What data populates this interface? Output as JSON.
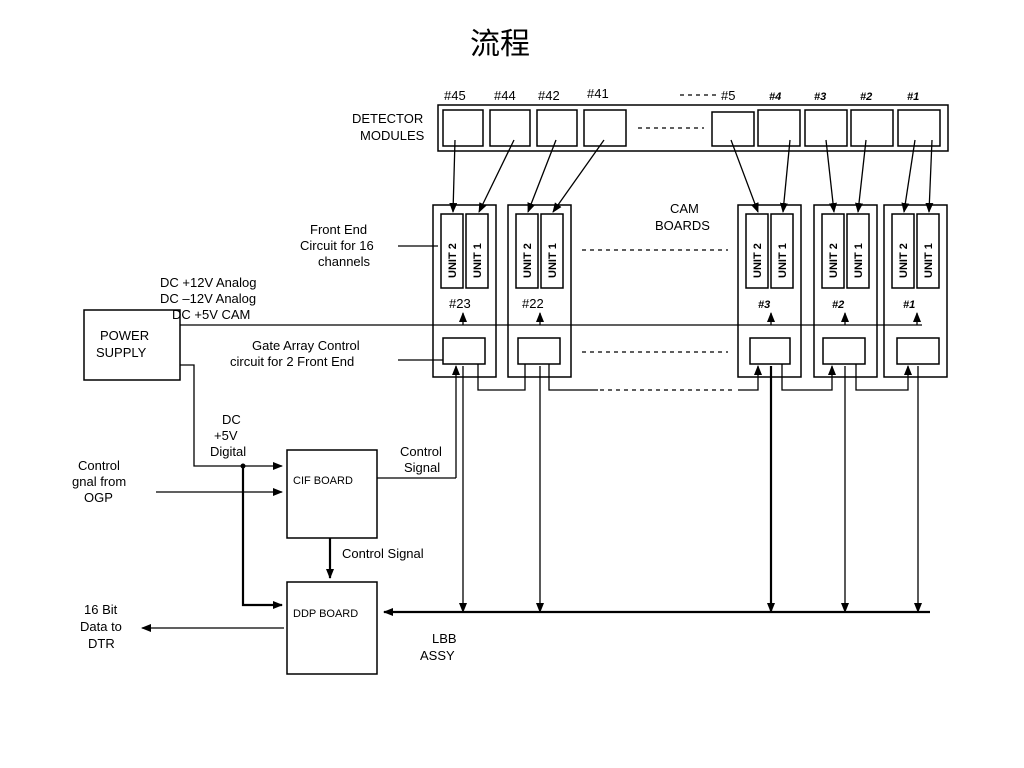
{
  "title": "流程",
  "detector": {
    "label_line1": "DETECTOR",
    "label_line2": "MODULES",
    "module_labels": [
      "#45",
      "#44",
      "#42",
      "#41",
      "#5",
      "#4",
      "#3",
      "#2",
      "#1"
    ]
  },
  "cam": {
    "label_line1": "CAM",
    "label_line2": "BOARDS",
    "board_labels": [
      "#23",
      "#22",
      "#3",
      "#2",
      "#1"
    ],
    "unit_labels": [
      "UNIT 2",
      "UNIT 1"
    ]
  },
  "front_end": {
    "line1": "Front End",
    "line2": "Circuit for 16",
    "line3": "channels"
  },
  "power": {
    "line1": "DC +12V Analog",
    "line2": "DC –12V Analog",
    "line3": "DC +5V CAM",
    "box_line1": "POWER",
    "box_line2": "SUPPLY"
  },
  "gate_array": {
    "line1": "Gate Array Control",
    "line2": "circuit for 2 Front End"
  },
  "dc_digital": {
    "line1": "DC",
    "line2": "+5V",
    "line3": "Digital"
  },
  "control_signal_in": {
    "line1": "Control",
    "line2": "gnal from",
    "line3": "OGP"
  },
  "cif_board": "CIF BOARD",
  "control_signal_1": {
    "line1": "Control",
    "line2": "Signal"
  },
  "control_signal_2": "Control Signal",
  "ddp_board": "DDP BOARD",
  "data_out": {
    "line1": "16 Bit",
    "line2": "Data to",
    "line3": "DTR"
  },
  "lbb": {
    "line1": "LBB",
    "line2": "ASSY"
  }
}
